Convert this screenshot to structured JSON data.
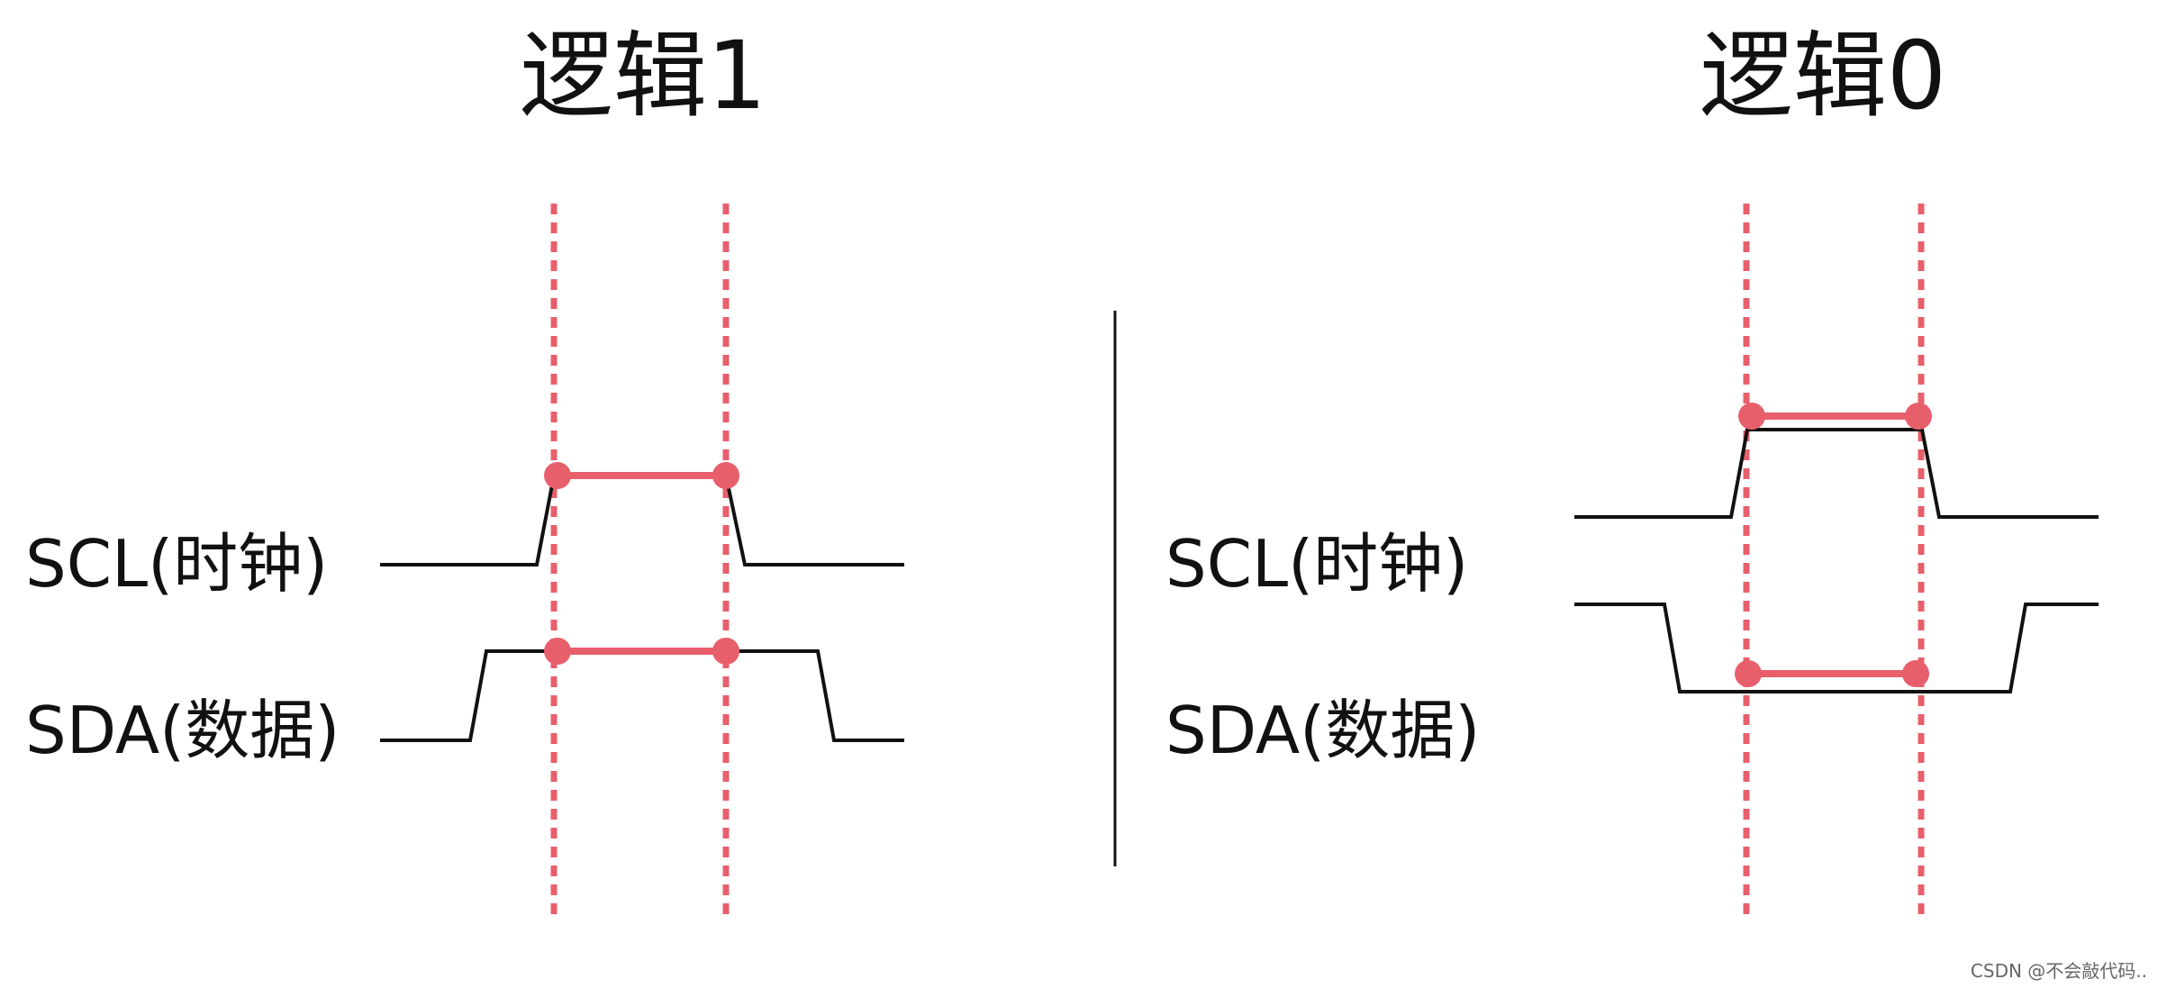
{
  "colors": {
    "highlight": "#e85f6c",
    "waveform": "#111111",
    "background": "#ffffff"
  },
  "panels": [
    {
      "title": "逻辑1",
      "scl_label": "SCL(时钟)",
      "sda_label": "SDA(数据)"
    },
    {
      "title": "逻辑0",
      "scl_label": "SCL(时钟)",
      "sda_label": "SDA(数据)"
    }
  ],
  "watermark": "CSDN @不会敲代码.."
}
